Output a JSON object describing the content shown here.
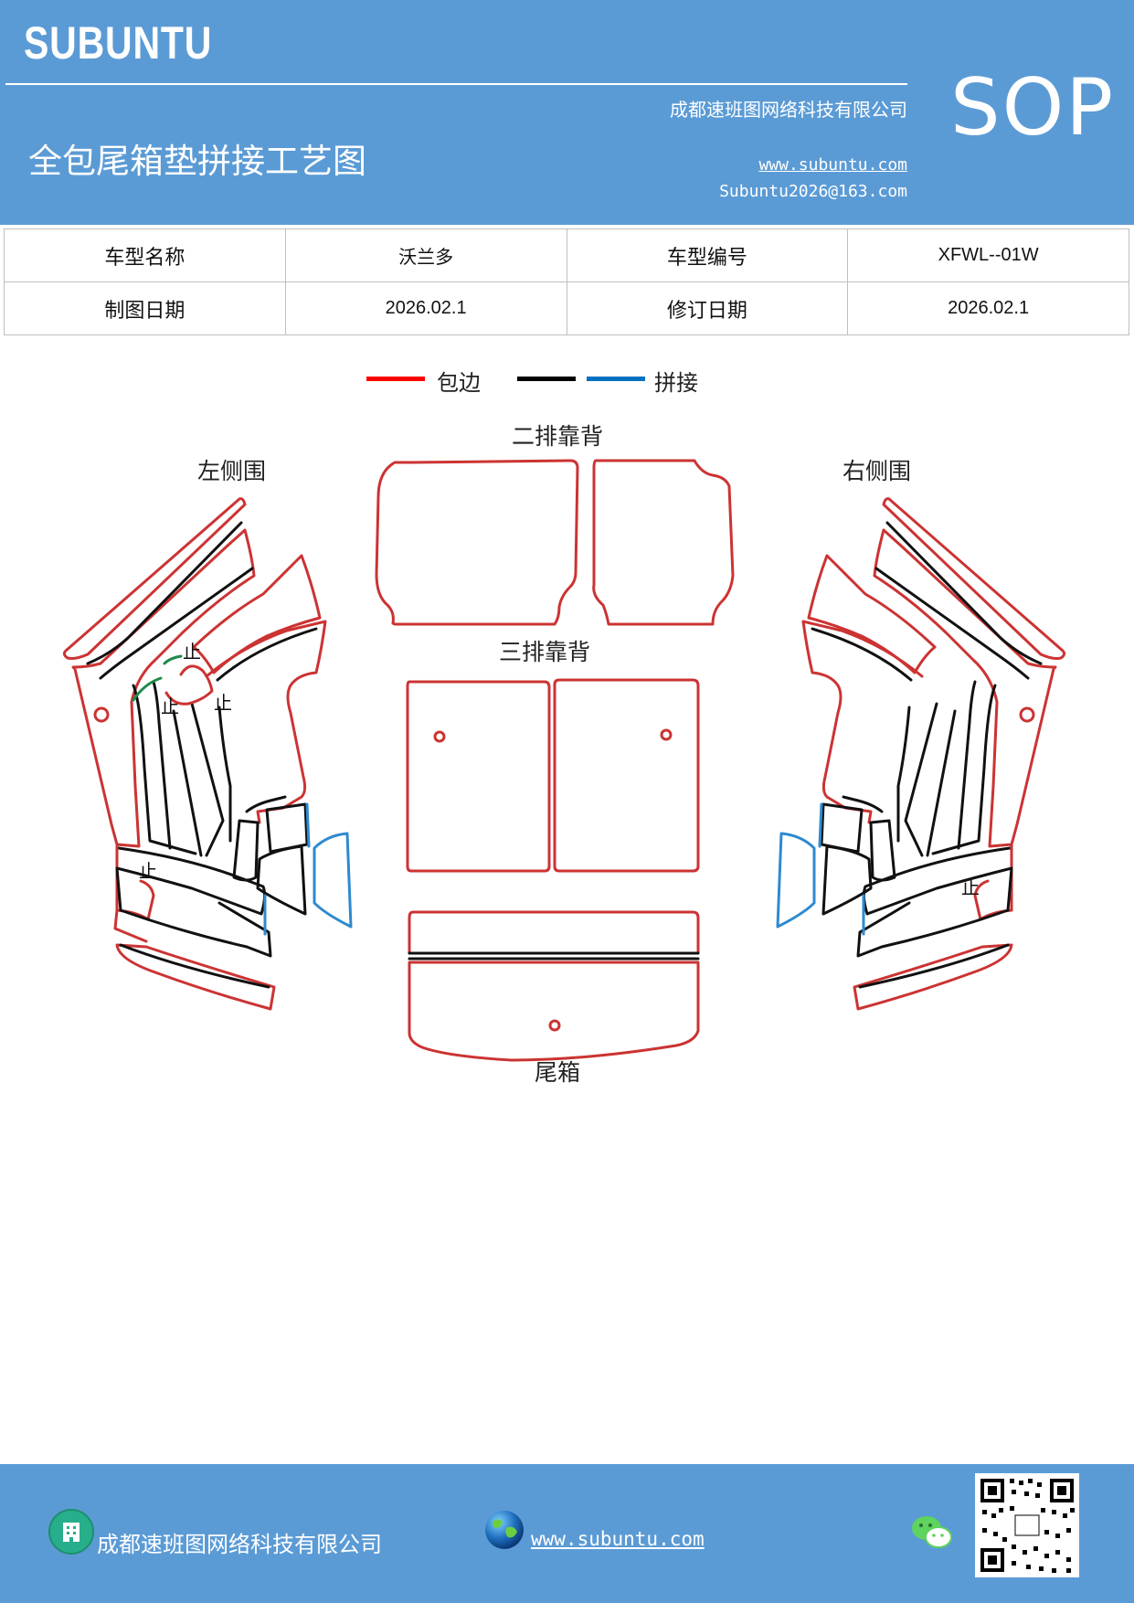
{
  "header": {
    "brand": "SUBUNTU",
    "company": "成都速班图网络科技有限公司",
    "title": "全包尾箱垫拼接工艺图",
    "website": "www.subuntu.com",
    "email": "Subuntu2026@163.com",
    "badge": "SOP"
  },
  "info_table": {
    "rows": [
      [
        {
          "label": "车型名称",
          "value": "沃兰多"
        },
        {
          "label": "车型编号",
          "value": "XFWL--01W"
        }
      ],
      [
        {
          "label": "制图日期",
          "value": "2026.02.1"
        },
        {
          "label": "修订日期",
          "value": "2026.02.1"
        }
      ]
    ]
  },
  "legend": {
    "items": [
      {
        "label": "包边",
        "color": "#ff0000"
      },
      {
        "label": "",
        "color": "#000000"
      },
      {
        "label": "拼接",
        "color": "#0070c0"
      }
    ]
  },
  "diagram": {
    "labels": {
      "left_side": "左侧围",
      "right_side": "右侧围",
      "second_row": "二排靠背",
      "third_row": "三排靠背",
      "trunk": "尾箱"
    },
    "mark": "止",
    "colors": {
      "edge": "#cc3333",
      "line": "#111111",
      "seam": "#2d8ad0",
      "accent": "#1e8a4a"
    }
  },
  "footer": {
    "company": "成都速班图网络科技有限公司",
    "website": "www.subuntu.com",
    "icons": [
      "building-icon",
      "globe-icon",
      "wechat-icon",
      "qr-code"
    ]
  }
}
